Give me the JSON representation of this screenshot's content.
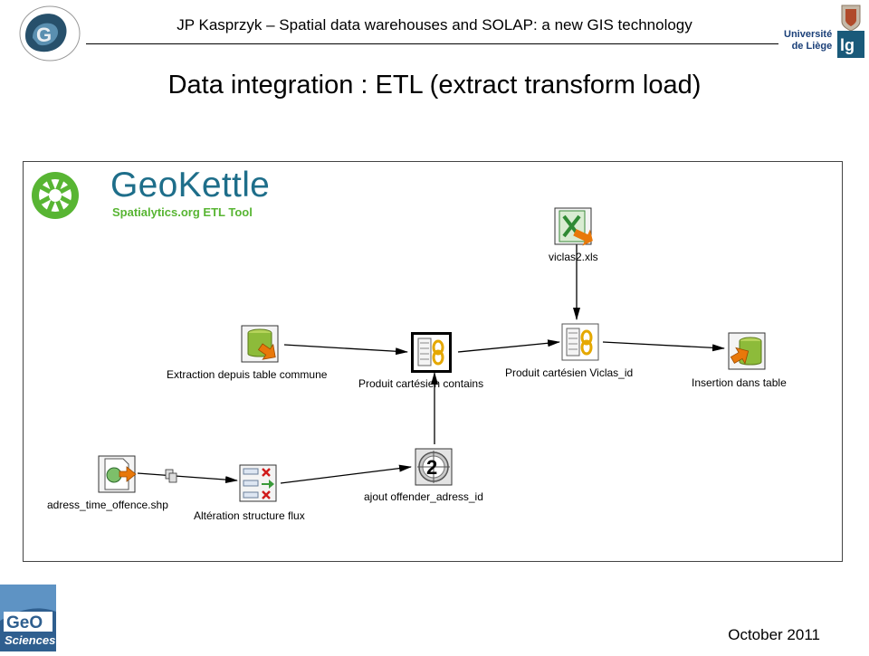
{
  "header": {
    "text": "JP Kasprzyk – Spatial data warehouses and SOLAP: a new GIS technology",
    "university_line1": "Université",
    "university_line2": "de Liège"
  },
  "title": "Data integration : ETL (extract transform load)",
  "footer": {
    "date": "October 2011"
  },
  "geokettle": {
    "brand": "GeoKettle",
    "tagline": "Spatialytics.org ETL Tool"
  },
  "steps": [
    {
      "id": "viclas2",
      "label": "viclas2.xls",
      "icon": "excel-input-icon"
    },
    {
      "id": "extraction",
      "label": "Extraction depuis table commune",
      "icon": "table-input-icon"
    },
    {
      "id": "produit_contains",
      "label": "Produit cartésien contains",
      "icon": "join-icon"
    },
    {
      "id": "produit_viclas",
      "label": "Produit cartésien Viclas_id",
      "icon": "join-icon"
    },
    {
      "id": "insertion",
      "label": "Insertion dans table",
      "icon": "table-output-icon"
    },
    {
      "id": "shp",
      "label": "adress_time_offence.shp",
      "icon": "shapefile-input-icon"
    },
    {
      "id": "alteration",
      "label": "Altération structure flux",
      "icon": "select-values-icon"
    },
    {
      "id": "ajout",
      "label": "ajout offender_adress_id",
      "icon": "sequence-icon"
    }
  ],
  "colors": {
    "geokettle_blue": "#1e6e8a",
    "geokettle_green": "#58b533",
    "ulg_blue": "#1a3f78",
    "db_green": "#8dbb3a",
    "arrow_orange": "#e8780a"
  }
}
